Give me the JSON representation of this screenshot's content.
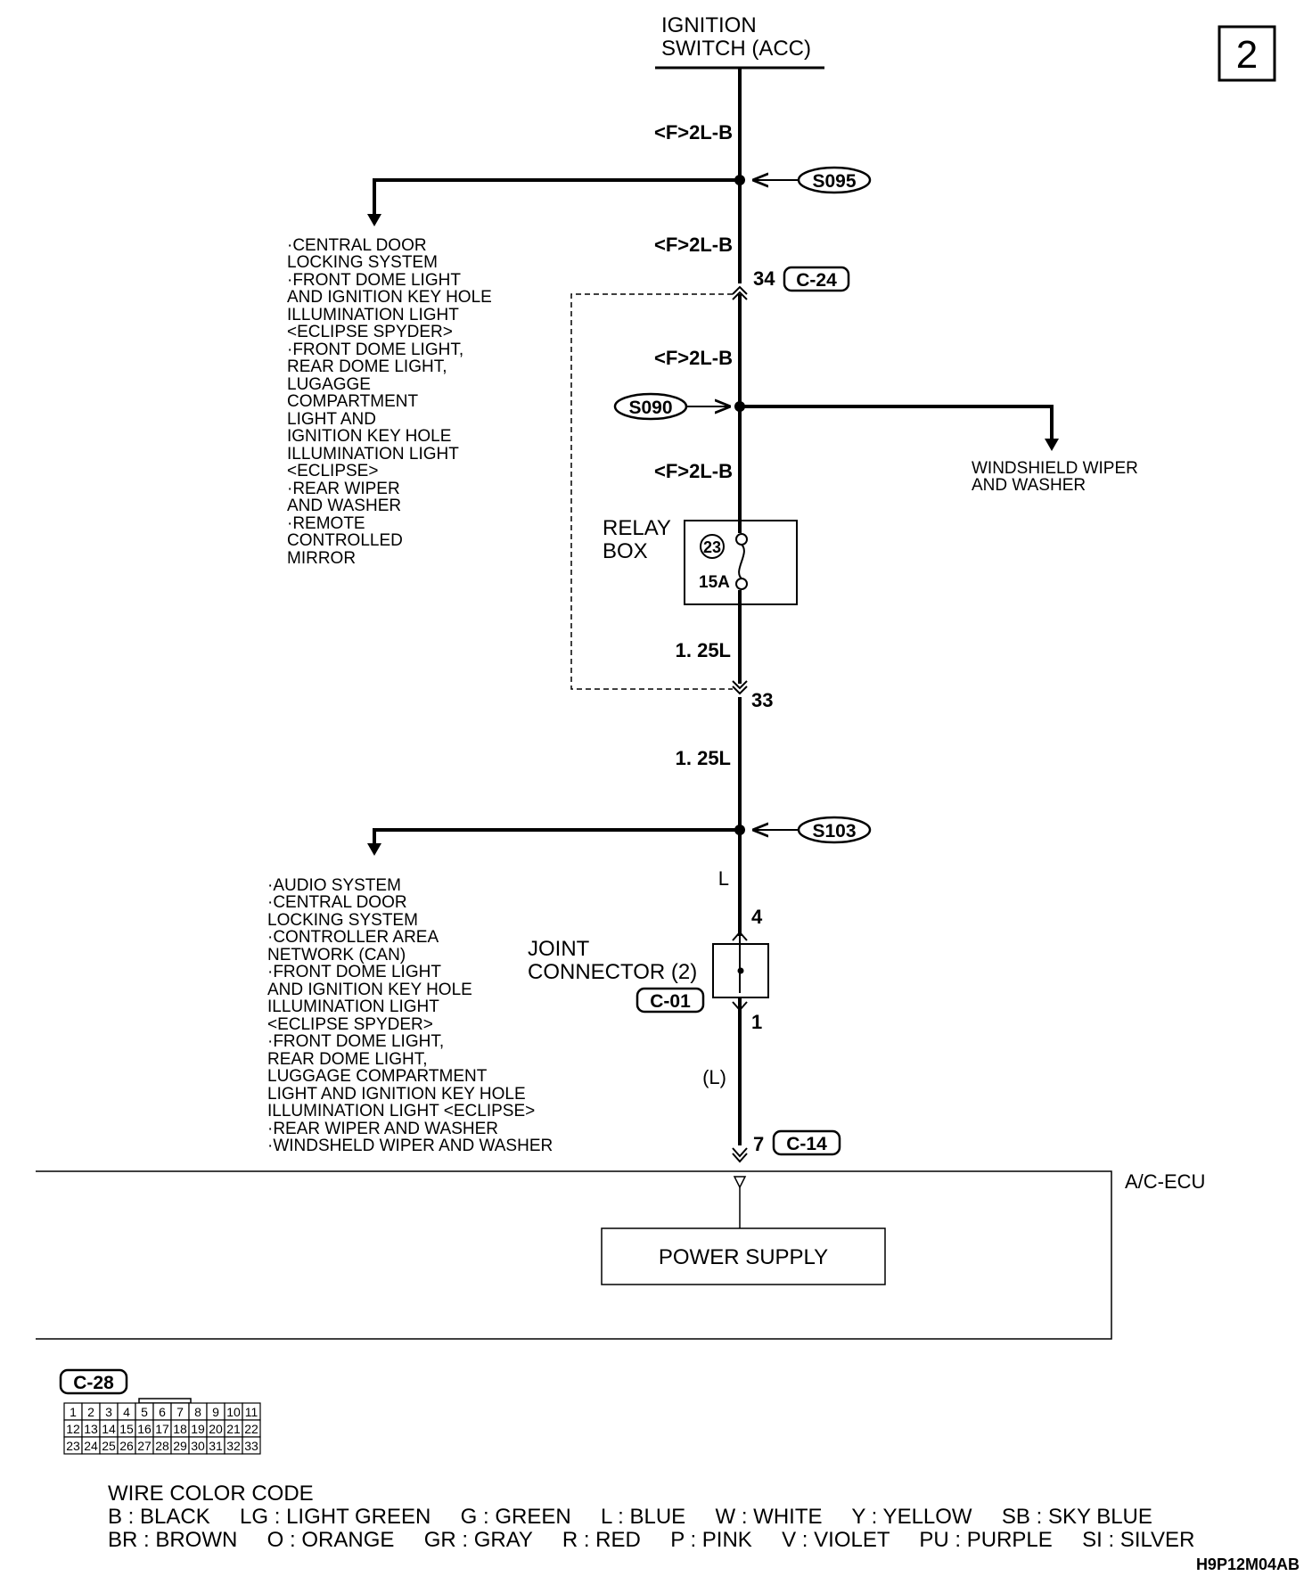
{
  "page_number": "2",
  "ignition": {
    "line1": "IGNITION",
    "line2": "SWITCH (ACC)"
  },
  "wires": {
    "w1": "<F>2L-B",
    "w2": "<F>2L-B",
    "w3": "<F>2L-B",
    "w4": "<F>2L-B",
    "w5": "1. 25L",
    "w6": "1. 25L",
    "w7": "L",
    "w8": "(L)"
  },
  "splices": {
    "s095": "S095",
    "s090": "S090",
    "s103": "S103"
  },
  "connectors": {
    "c24_pin": "34",
    "c24": "C-24",
    "pin33": "33",
    "pin4": "4",
    "pin1": "1",
    "c14_pin": "7",
    "c14": "C-14",
    "c01": "C-01",
    "c28": "C-28"
  },
  "relay_box": {
    "line1": "RELAY",
    "line2": "BOX",
    "fuse_no": "23",
    "fuse_rating": "15A"
  },
  "joint_connector": {
    "line1": "JOINT",
    "line2": "CONNECTOR (2)"
  },
  "branch_s095": [
    "·CENTRAL DOOR",
    " LOCKING SYSTEM",
    "·FRONT DOME LIGHT",
    " AND IGNITION KEY HOLE",
    " ILLUMINATION LIGHT",
    " <ECLIPSE SPYDER>",
    "·FRONT DOME LIGHT,",
    " REAR DOME LIGHT,",
    " LUGAGGE",
    " COMPARTMENT",
    " LIGHT AND",
    " IGNITION KEY HOLE",
    " ILLUMINATION LIGHT",
    " <ECLIPSE>",
    "·REAR WIPER",
    " AND WASHER",
    "·REMOTE",
    " CONTROLLED",
    " MIRROR"
  ],
  "branch_s090": [
    "WINDSHIELD WIPER",
    "AND WASHER"
  ],
  "branch_s103": [
    "·AUDIO SYSTEM",
    "·CENTRAL DOOR",
    " LOCKING SYSTEM",
    "·CONTROLLER AREA",
    " NETWORK (CAN)",
    "·FRONT DOME LIGHT",
    " AND IGNITION KEY HOLE",
    " ILLUMINATION LIGHT",
    " <ECLIPSE SPYDER>",
    "·FRONT DOME LIGHT,",
    " REAR DOME LIGHT,",
    " LUGGAGE COMPARTMENT",
    " LIGHT AND IGNITION KEY HOLE",
    " ILLUMINATION LIGHT <ECLIPSE>",
    "·REAR WIPER AND WASHER",
    "·WINDSHELD WIPER  AND WASHER"
  ],
  "ecu": {
    "name": "A/C-ECU",
    "block": "POWER SUPPLY"
  },
  "c28_pins": [
    [
      "1",
      "2",
      "3",
      "4",
      "5",
      "6",
      "7",
      "8",
      "9",
      "10",
      "11"
    ],
    [
      "12",
      "13",
      "14",
      "15",
      "16",
      "17",
      "18",
      "19",
      "20",
      "21",
      "22"
    ],
    [
      "23",
      "24",
      "25",
      "26",
      "27",
      "28",
      "29",
      "30",
      "31",
      "32",
      "33"
    ]
  ],
  "wire_color_code": {
    "title": "WIRE COLOR CODE",
    "row1": "B : BLACK     LG : LIGHT GREEN     G : GREEN     L : BLUE     W : WHITE     Y : YELLOW     SB : SKY BLUE",
    "row2": "BR : BROWN     O : ORANGE     GR : GRAY     R : RED     P : PINK     V : VIOLET     PU : PURPLE     SI : SILVER"
  },
  "figure_code": "H9P12M04AB"
}
